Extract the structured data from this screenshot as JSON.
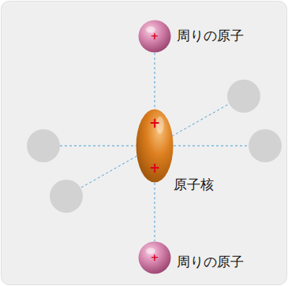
{
  "diagram": {
    "nodes": [
      {
        "text": [
          "+",
          "周りの原子"
        ]
      },
      {
        "text": [
          "+",
          "+",
          "原子核"
        ]
      },
      {
        "text": [
          "+",
          "周りの原子"
        ]
      }
    ],
    "edges": [
      {
        "from": 0,
        "to": 1,
        "arrow": "none"
      },
      {
        "from": 1,
        "to": 2,
        "arrow": "none"
      }
    ]
  }
}
